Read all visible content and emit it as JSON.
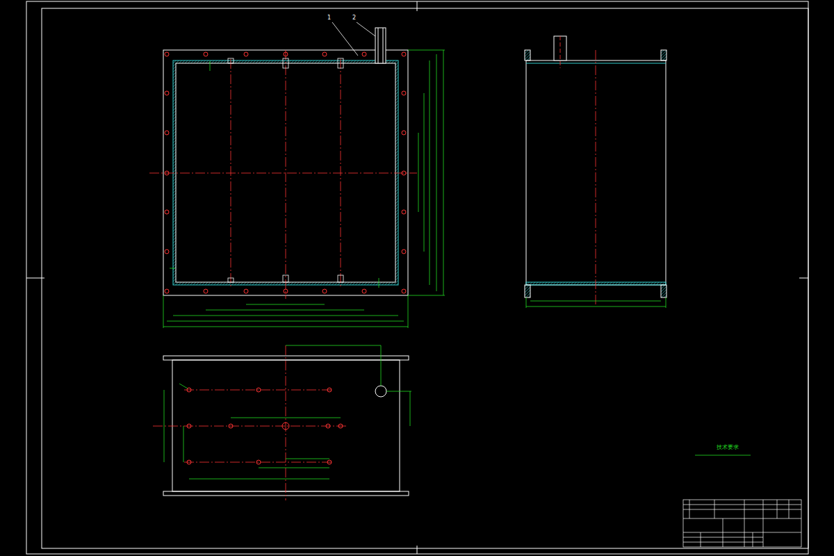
{
  "diagram": {
    "labels": [
      "1",
      "2",
      "技术要求"
    ]
  }
}
